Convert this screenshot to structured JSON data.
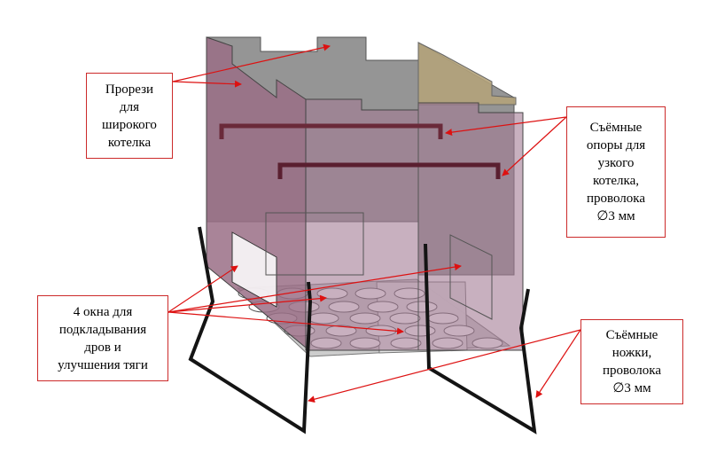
{
  "diagram": {
    "callouts": {
      "slots": "Прорези\nдля\nширокого\nкотелка",
      "supports": "Съёмные\nопоры для\nузкого\nкотелка,\nпроволока\n∅3 мм",
      "windows": "4 окна для\nподкладывания\nдров и\nулучшения тяги",
      "legs": "Съёмные\nножки,\nпроволока\n∅3 мм"
    },
    "colors": {
      "callout_border": "#cc2a2a",
      "arrow": "#dd1111",
      "front_wall": "#a47b94",
      "left_wall": "#9a6f86",
      "back_wall": "#8f8f8f",
      "right_back_wall": "#b3a27a",
      "wire": "#141414",
      "grate": "#c8c8c8",
      "hole": "#ffffff"
    }
  }
}
